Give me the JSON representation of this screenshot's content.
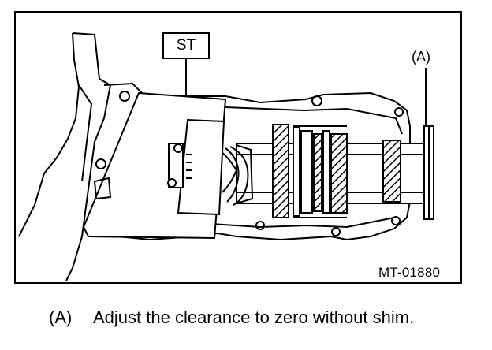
{
  "figure": {
    "st_label": "ST",
    "callout_label": "(A)",
    "figure_id": "MT-01880"
  },
  "caption": {
    "key": "(A)",
    "text": "Adjust the clearance to zero without shim."
  }
}
